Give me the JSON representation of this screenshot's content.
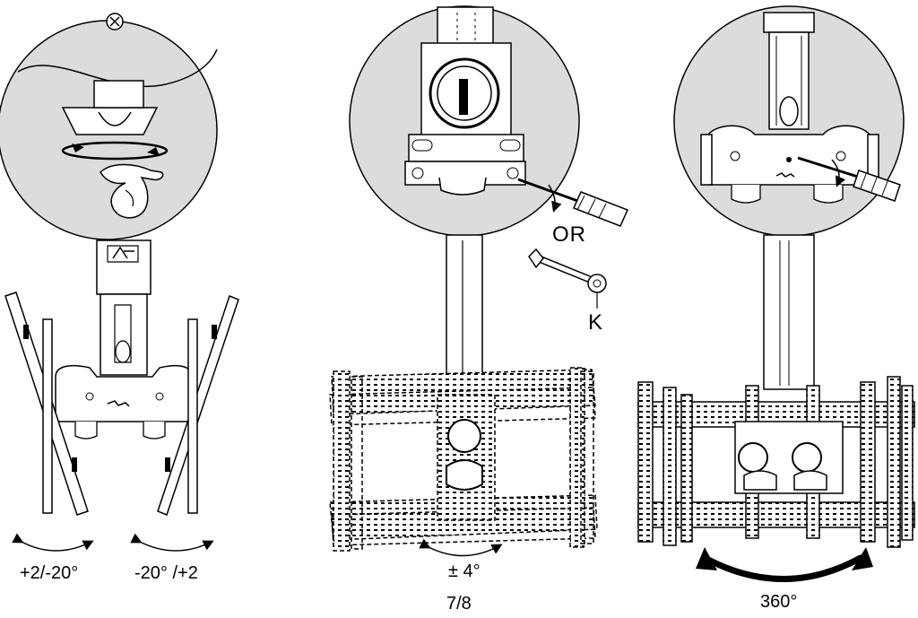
{
  "labels": {
    "left_tilt": "+2/-20°",
    "right_tilt": "-20°  /+2",
    "center_level": "± 4°",
    "or_text": "OR",
    "tool_k": "K",
    "rotation": "360°",
    "page_number": "7/8"
  },
  "colors": {
    "ink": "#000000",
    "paper": "#ffffff",
    "circle_fill": "#dcdcdc"
  },
  "icons": [
    "hand-icon",
    "screwdriver-icon",
    "wrench-icon",
    "rotate-arrow-icon"
  ]
}
